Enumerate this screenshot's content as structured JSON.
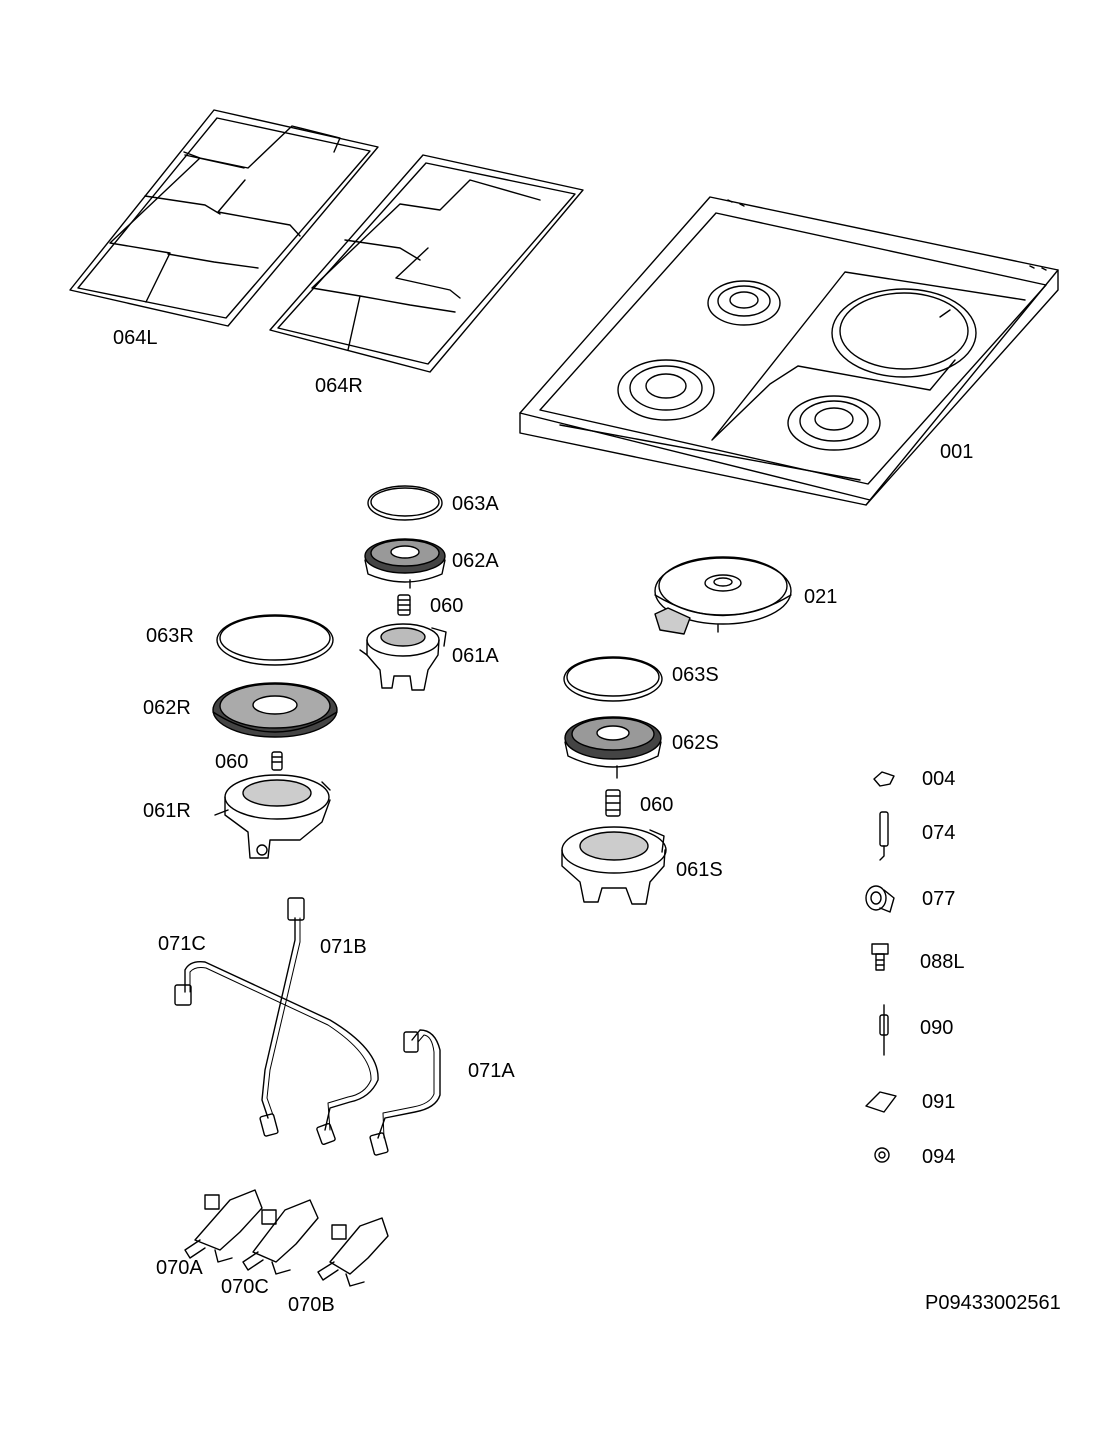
{
  "diagram": {
    "document_code": "P09433002561",
    "parts": [
      {
        "id": "p064L",
        "label": "064L"
      },
      {
        "id": "p064R",
        "label": "064R"
      },
      {
        "id": "p001",
        "label": "001"
      },
      {
        "id": "p063A",
        "label": "063A"
      },
      {
        "id": "p062A",
        "label": "062A"
      },
      {
        "id": "p060a",
        "label": "060"
      },
      {
        "id": "p061A",
        "label": "061A"
      },
      {
        "id": "p063R",
        "label": "063R"
      },
      {
        "id": "p062R",
        "label": "062R"
      },
      {
        "id": "p060b",
        "label": "060"
      },
      {
        "id": "p061R",
        "label": "061R"
      },
      {
        "id": "p021",
        "label": "021"
      },
      {
        "id": "p063S",
        "label": "063S"
      },
      {
        "id": "p062S",
        "label": "062S"
      },
      {
        "id": "p060c",
        "label": "060"
      },
      {
        "id": "p061S",
        "label": "061S"
      },
      {
        "id": "p004",
        "label": "004"
      },
      {
        "id": "p074",
        "label": "074"
      },
      {
        "id": "p077",
        "label": "077"
      },
      {
        "id": "p088L",
        "label": "088L"
      },
      {
        "id": "p090",
        "label": "090"
      },
      {
        "id": "p091",
        "label": "091"
      },
      {
        "id": "p094",
        "label": "094"
      },
      {
        "id": "p071C",
        "label": "071C"
      },
      {
        "id": "p071B",
        "label": "071B"
      },
      {
        "id": "p071A",
        "label": "071A"
      },
      {
        "id": "p070A",
        "label": "070A"
      },
      {
        "id": "p070C",
        "label": "070C"
      },
      {
        "id": "p070B",
        "label": "070B"
      }
    ]
  }
}
